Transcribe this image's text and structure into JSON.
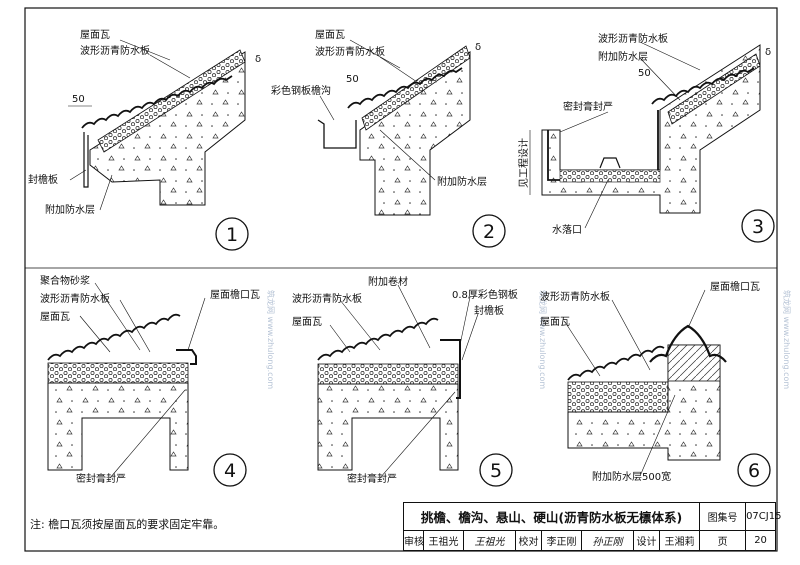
{
  "details": [
    {
      "no": "1",
      "labels": [
        "屋面瓦",
        "波形沥青防水板",
        "封檐板",
        "附加防水层"
      ],
      "dim_50": "50",
      "delta": "δ"
    },
    {
      "no": "2",
      "labels": [
        "屋面瓦",
        "波形沥青防水板",
        "彩色钢板檐沟",
        "附加防水层"
      ],
      "dim_50": "50",
      "delta": "δ"
    },
    {
      "no": "3",
      "labels": [
        "波形沥青防水板",
        "附加防水层",
        "密封膏封严",
        "见工程设计",
        "水落口"
      ],
      "dim_50": "50",
      "delta": "δ"
    },
    {
      "no": "4",
      "labels": [
        "聚合物砂浆",
        "波形沥青防水板",
        "屋面檐口瓦",
        "屋面瓦",
        "密封膏封严"
      ]
    },
    {
      "no": "5",
      "labels": [
        "附加卷材",
        "波形沥青防水板",
        "0.8厚彩色钢板",
        "封檐板",
        "屋面瓦",
        "密封膏封严"
      ]
    },
    {
      "no": "6",
      "labels": [
        "波形沥青防水板",
        "屋面檐口瓦",
        "屋面瓦",
        "附加防水层500宽"
      ]
    }
  ],
  "note": "注:  檐口瓦须按屋面瓦的要求固定牢靠。",
  "title_block": {
    "title": "挑檐、檐沟、悬山、硬山(沥青防水板无檩体系)",
    "atlas_label": "图集号",
    "atlas_no": "07CJ15",
    "page_label": "页",
    "page_no": "20",
    "review_label": "审核",
    "reviewer": "王祖光",
    "reviewer_sig": "王祖光",
    "check_label": "校对",
    "checker": "李正刚",
    "checker_sig": "孙正刚",
    "design_label": "设计",
    "designer": "王湘莉",
    "designer_sig": "王湘莉"
  },
  "watermark": "筑龙网 www.zhulong.com"
}
